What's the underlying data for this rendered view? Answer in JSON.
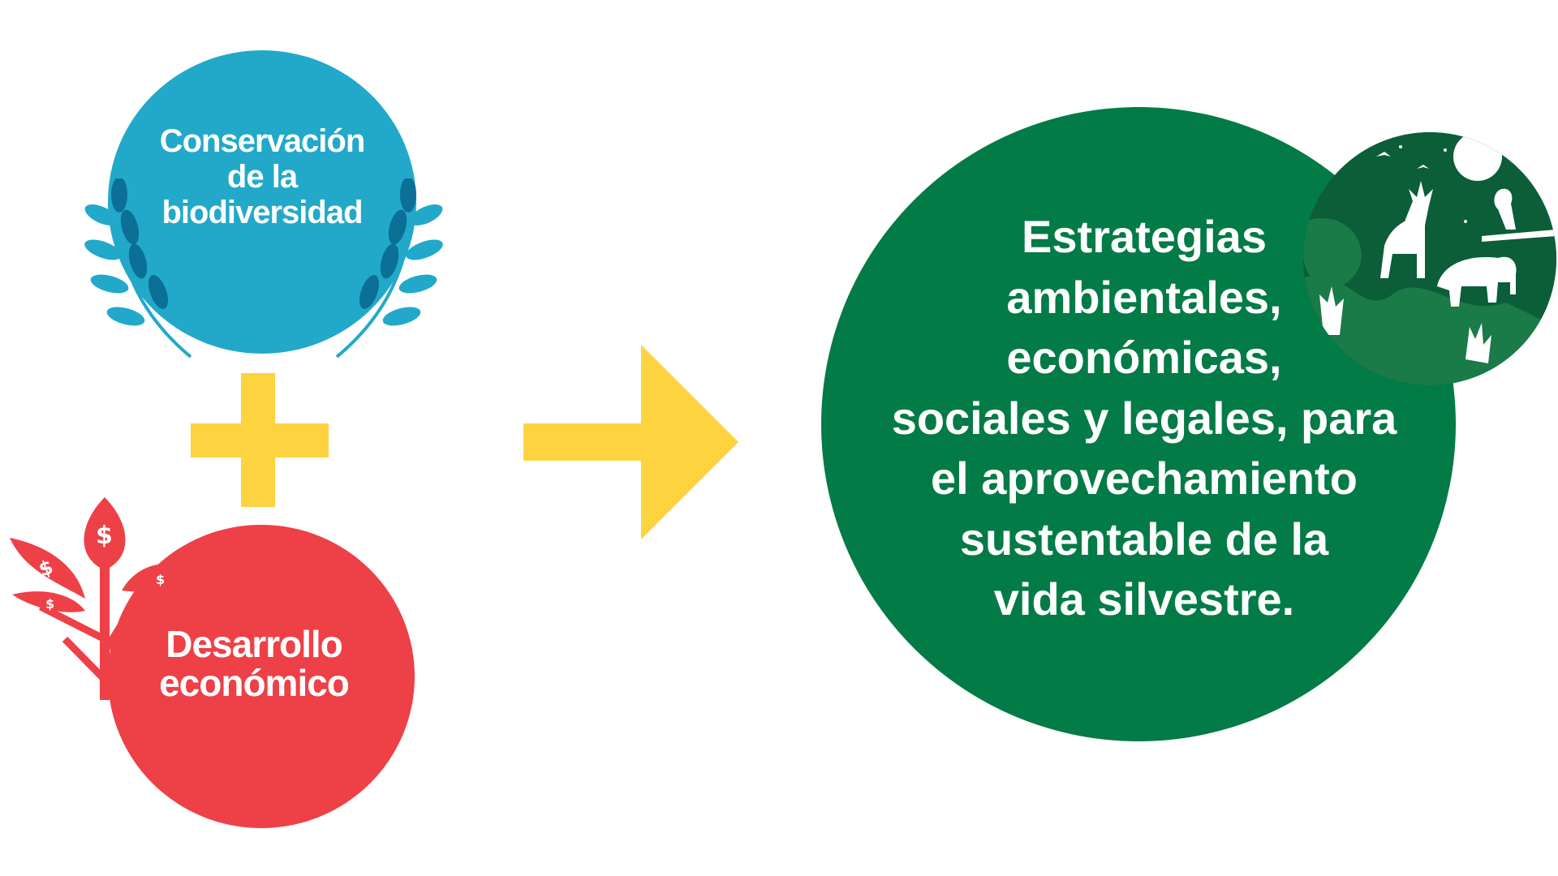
{
  "colors": {
    "blue": "#22a9c9",
    "red": "#ee4047",
    "green": "#037b46",
    "dark_green": "#0b5e37",
    "yellow": "#fdd340",
    "white": "#ffffff"
  },
  "conservation": {
    "lines": [
      "Conservación",
      "de la",
      "biodiversidad"
    ],
    "icon": "laurel-wreath-icon"
  },
  "plus": {
    "icon": "plus-icon"
  },
  "development": {
    "lines": [
      "Desarrollo",
      "económico"
    ],
    "icon": "money-tree-icon"
  },
  "arrow": {
    "icon": "arrow-right-icon"
  },
  "result": {
    "lines": [
      "Estrategias",
      "ambientales,",
      "económicas,",
      "sociales y legales, para",
      "el aprovechamiento",
      "sustentable de la",
      "vida silvestre."
    ],
    "icon": "wildlife-silhouette-icon"
  }
}
